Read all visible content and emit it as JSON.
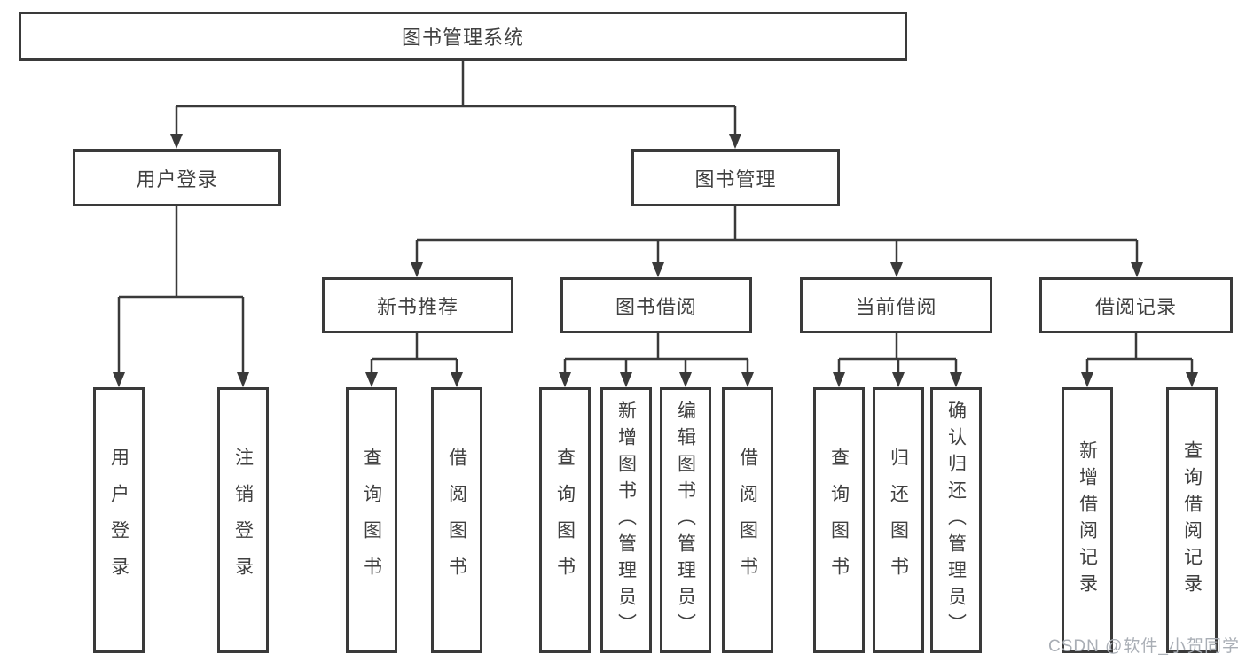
{
  "tree": {
    "root": {
      "label": "图书管理系统"
    },
    "user_login": {
      "label": "用户登录",
      "children": [
        {
          "label": "用户登录"
        },
        {
          "label": "注销登录"
        }
      ]
    },
    "book_mgmt": {
      "label": "图书管理",
      "children": {
        "new_books": {
          "label": "新书推荐",
          "children": [
            {
              "label": "查询图书"
            },
            {
              "label": "借阅图书"
            }
          ]
        },
        "borrow": {
          "label": "图书借阅",
          "children": [
            {
              "label": "查询图书"
            },
            {
              "label": "新增图书（管理员）"
            },
            {
              "label": "编辑图书（管理员）"
            },
            {
              "label": "借阅图书"
            }
          ]
        },
        "current": {
          "label": "当前借阅",
          "children": [
            {
              "label": "查询图书"
            },
            {
              "label": "归还图书"
            },
            {
              "label": "确认归还（管理员）"
            }
          ]
        },
        "records": {
          "label": "借阅记录",
          "children": [
            {
              "label": "新增借阅记录"
            },
            {
              "label": "查询借阅记录"
            }
          ]
        }
      }
    }
  },
  "watermark": {
    "text": "CSDN @软件_小贺同学"
  },
  "colors": {
    "line": "#3a3a3a",
    "box_border": "#3a3a3a",
    "text": "#404040",
    "watermark": "#a9aeb5",
    "background": "#ffffff"
  }
}
